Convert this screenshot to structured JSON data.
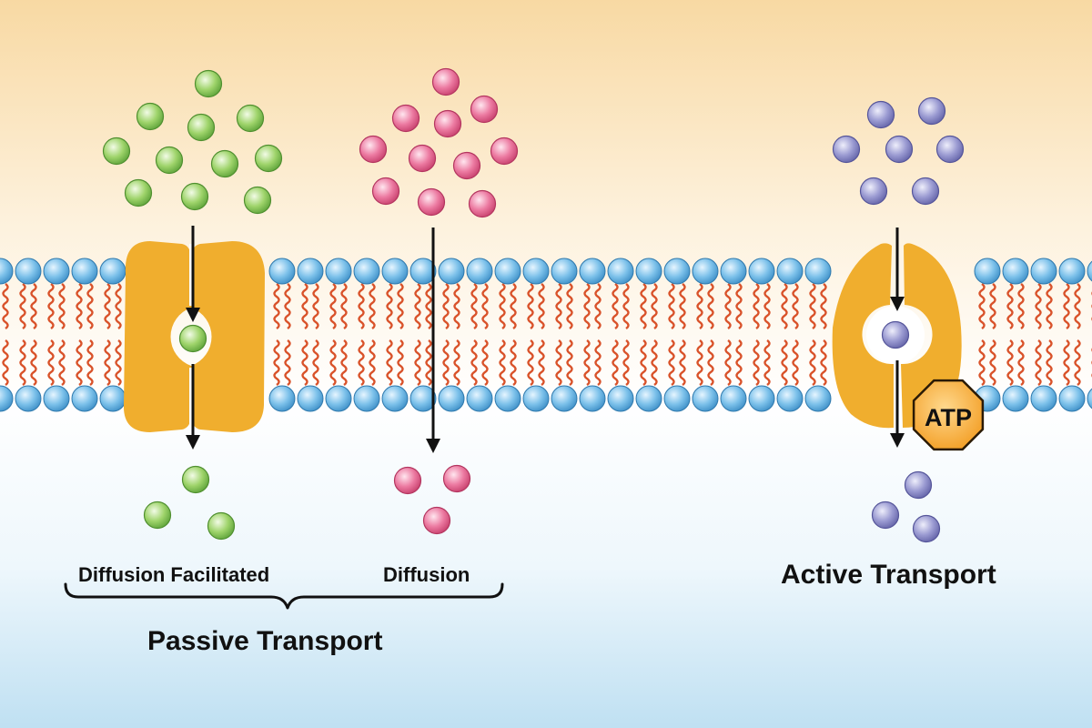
{
  "labels": {
    "facilitated": "Diffusion Facilitated",
    "diffusion": "Diffusion",
    "passive": "Passive Transport",
    "active": "Active Transport",
    "atp": "ATP"
  },
  "colors": {
    "background_top": "#f8d9a3",
    "background_mid": "#fffdf8",
    "background_bottom": "#bfe0f2",
    "phospholipid_head": "#6fb8e6",
    "lipid_tail": "#d9532b",
    "protein": "#f0ae2e",
    "green_particle": "#8cc85a",
    "pink_particle": "#e55f8c",
    "purple_particle": "#8c8cc6",
    "atp_fill": "#f4ad3a",
    "arrow": "#111111"
  }
}
